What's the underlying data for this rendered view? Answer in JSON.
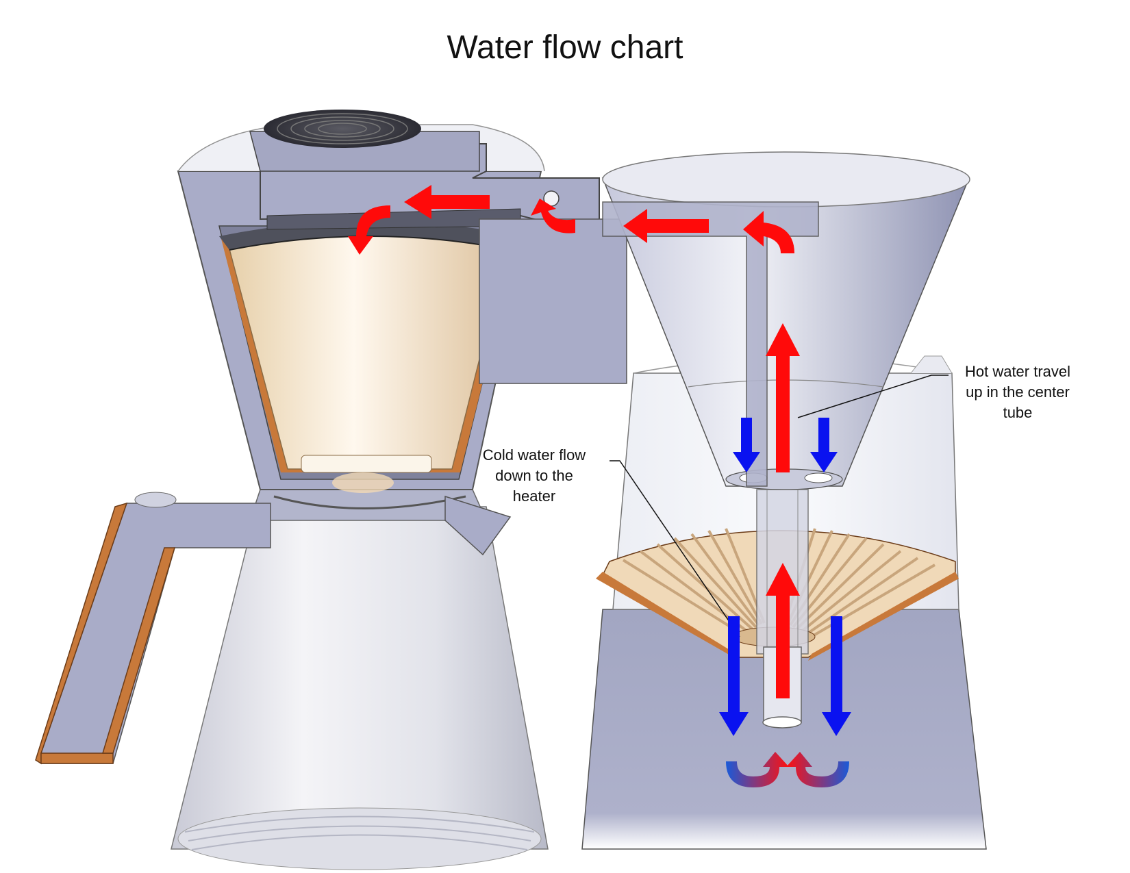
{
  "title": "Water flow chart",
  "annotations": {
    "cold_water": [
      "Cold water flow",
      "down to the",
      "heater"
    ],
    "hot_water": [
      "Hot water travel",
      "up in the center",
      "tube"
    ]
  },
  "colors": {
    "cold_flow": "#0a12f0",
    "hot_flow": "#ff0a0a",
    "body": "#a9acc8",
    "body_light": "#e4e5ef",
    "filter": "#f2e3cc",
    "copper": "#c8793a"
  },
  "icons": {
    "cold": "arrow-down",
    "hot": "arrow-up",
    "mix": "curved-arrow"
  }
}
